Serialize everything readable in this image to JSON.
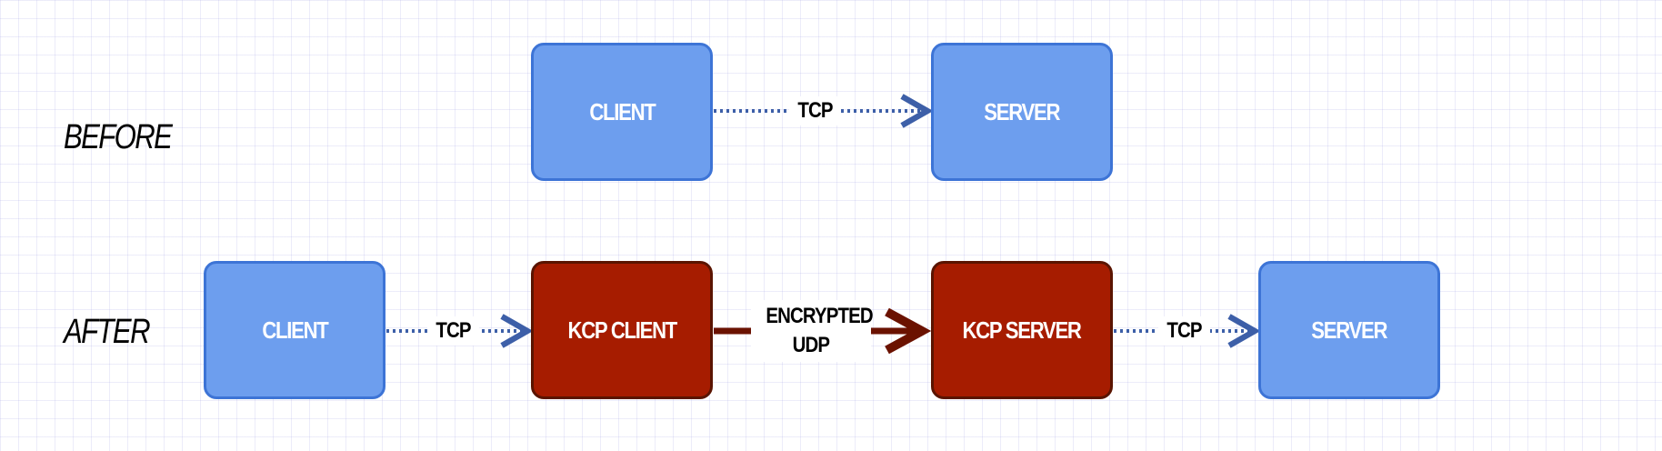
{
  "diagram": {
    "rows": {
      "before": "BEFORE",
      "after": "AFTER"
    },
    "nodes": {
      "before_client": "CLIENT",
      "before_server": "SERVER",
      "after_client": "CLIENT",
      "kcp_client": "KCP CLIENT",
      "kcp_server": "KCP SERVER",
      "after_server": "SERVER"
    },
    "edges": {
      "before_tcp": "TCP",
      "after_tcp_left": "TCP",
      "encrypted_udp_line1": "ENCRYPTED",
      "encrypted_udp_line2": "UDP",
      "after_tcp_right": "TCP"
    },
    "colors": {
      "plain_node_fill": "#6d9eee",
      "plain_node_border": "#3d74d6",
      "kcp_node_fill": "#a61c00",
      "kcp_node_border": "#5a1400",
      "tcp_link": "#3d5fa8",
      "udp_link": "#6b1200"
    }
  }
}
